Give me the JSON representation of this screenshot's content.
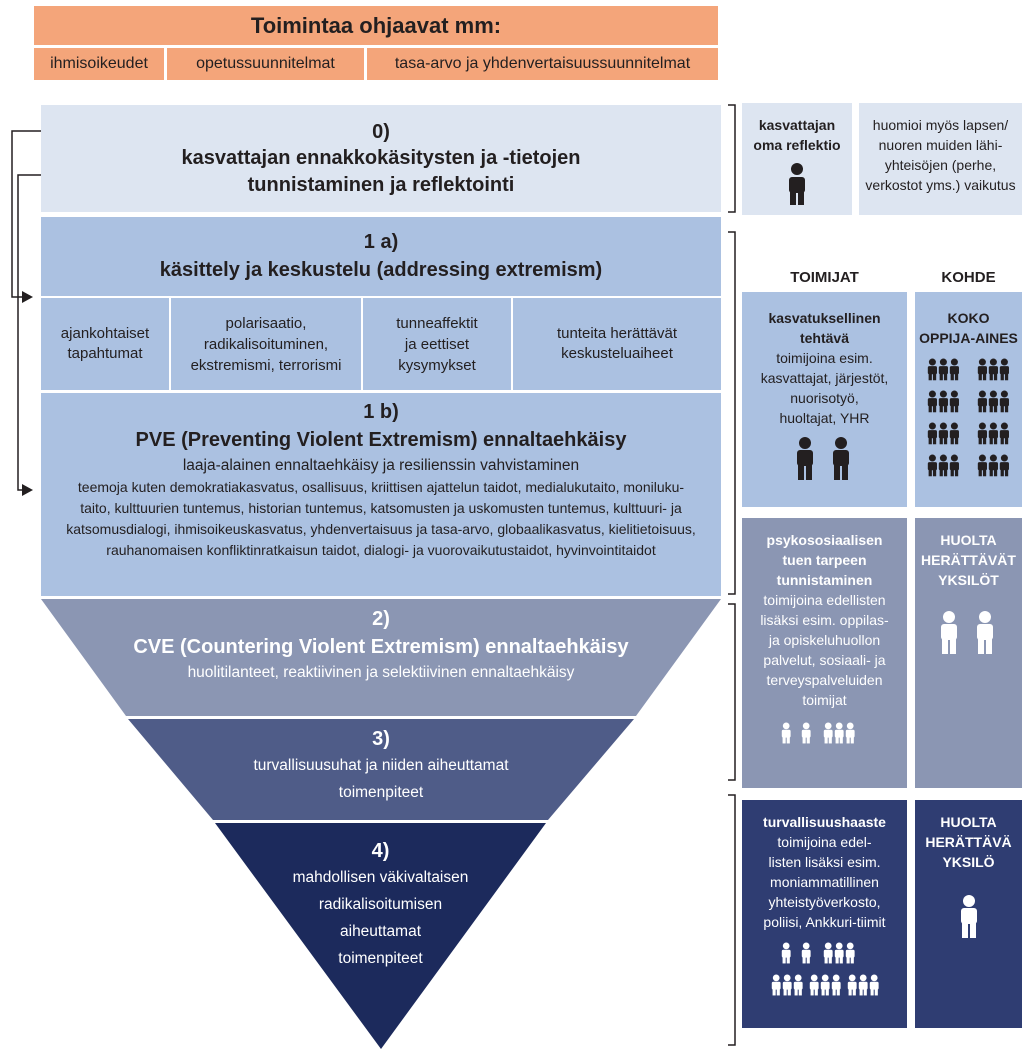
{
  "header": {
    "title": "Toimintaa ohjaavat mm:",
    "items": [
      "ihmisoikeudet",
      "opetussuunnitelmat",
      "tasa-arvo ja yhdenvertaisuussuunnitelmat"
    ]
  },
  "levels": {
    "l0": {
      "num": "0)",
      "title_line1": "kasvattajan ennakkokäsitysten ja -tietojen",
      "title_line2": "tunnistaminen ja reflektointi"
    },
    "l1a": {
      "num": "1 a)",
      "title": "käsittely ja keskustelu (addressing extremism)",
      "topics": [
        {
          "l1": "ajankohtaiset",
          "l2": "tapahtumat",
          "l3": ""
        },
        {
          "l1": "polarisaatio,",
          "l2": "radikalisoituminen,",
          "l3": "ekstremismi, terrorismi"
        },
        {
          "l1": "tunneaffektit",
          "l2": "ja eettiset",
          "l3": "kysymykset"
        },
        {
          "l1": "tunteita herättävät",
          "l2": "keskusteluaiheet",
          "l3": ""
        }
      ]
    },
    "l1b": {
      "num": "1 b)",
      "title": "PVE (Preventing Violent Extremism) ennaltaehkäisy",
      "subtitle": "laaja-alainen ennaltaehkäisy ja resilienssin vahvistaminen",
      "body_lines": [
        "teemoja kuten demokratiakasvatus, osallisuus, kriittisen ajattelun taidot, medialukutaito, moniluku-",
        "taito, kulttuurien tuntemus, historian tuntemus, katsomusten ja uskomusten tuntemus, kulttuuri- ja",
        "katsomusdialogi, ihmisoikeuskasvatus, yhdenvertaisuus ja tasa-arvo, globaalikasvatus, kielitietoisuus,",
        "rauhanomaisen konfliktinratkaisun taidot, dialogi- ja vuorovaikutustaidot, hyvinvointitaidot"
      ]
    },
    "l2": {
      "num": "2)",
      "title": "CVE (Countering Violent Extremism) ennaltaehkäisy",
      "subtitle": "huolitilanteet, reaktiivinen ja selektiivinen ennaltaehkäisy"
    },
    "l3": {
      "num": "3)",
      "line1": "turvallisuusuhat ja niiden aiheuttamat",
      "line2": "toimenpiteet"
    },
    "l4": {
      "num": "4)",
      "lines": [
        "mahdollisen väkivaltaisen",
        "radikalisoitumisen",
        "aiheuttamat",
        "toimenpiteet"
      ]
    }
  },
  "side": {
    "reflection": {
      "title_l1": "kasvattajan",
      "title_l2": "oma reflektio"
    },
    "note": {
      "lines": [
        "huomioi myös lapsen/",
        "nuoren muiden lähi-",
        "yhteisöjen (perhe,",
        "verkostot yms.) vaikutus"
      ]
    },
    "col_headers": {
      "actors": "TOIMIJAT",
      "target": "KOHDE"
    },
    "row1": {
      "actor_title_l1": "kasvatuksellinen",
      "actor_title_l2": "tehtävä",
      "actor_lines": [
        "toimijoina esim.",
        "kasvattajat, järjestöt,",
        "nuorisotyö,",
        "huoltajat, YHR"
      ],
      "target_l1": "KOKO",
      "target_l2": "OPPIJA-AINES"
    },
    "row2": {
      "actor_title_lines": [
        "psykososiaalisen",
        "tuen tarpeen",
        "tunnistaminen"
      ],
      "actor_lines": [
        "toimijoina edellisten",
        "lisäksi esim. oppilas-",
        "ja opiskeluhuollon",
        "palvelut, sosiaali- ja",
        "terveyspalveluiden",
        "toimijat"
      ],
      "target_lines": [
        "HUOLTA",
        "HERÄTTÄVÄT",
        "YKSILÖT"
      ]
    },
    "row3": {
      "actor_title": "turvallisuushaaste",
      "actor_lines": [
        "toimijoina edel-",
        "listen lisäksi esim.",
        "moniammatillinen",
        "yhteistyöverkosto,",
        "poliisi, Ankkuri-tiimit"
      ],
      "target_lines": [
        "HUOLTA",
        "HERÄTTÄVÄ",
        "YKSILÖ"
      ]
    }
  },
  "colors": {
    "header": "#f4a57a",
    "level0": "#dde5f1",
    "level1": "#abc1e1",
    "level2": "#8b96b3",
    "level3": "#4f5c88",
    "level4": "#1c2a5c",
    "side_row1": "#abc1e1",
    "side_row2": "#8b96b3",
    "side_row3": "#2f3d72"
  }
}
